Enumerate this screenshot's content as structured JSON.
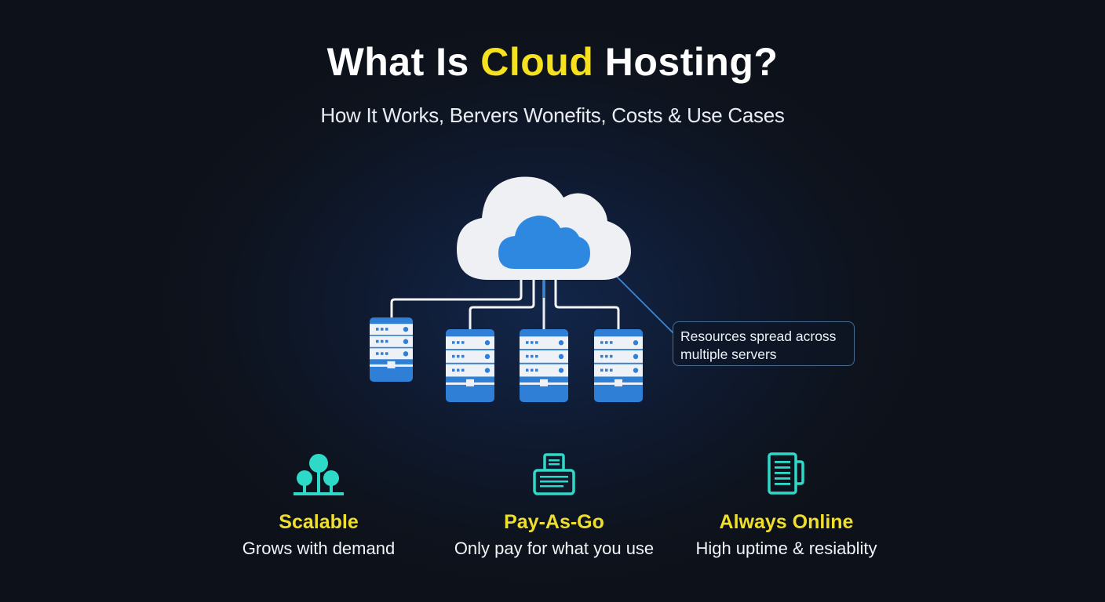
{
  "header": {
    "title_prefix": "What Is ",
    "title_accent": "Cloud",
    "title_suffix": " Hosting?",
    "subtitle": "How It Works, Bervers Wonefits, Costs & Use Cases"
  },
  "diagram": {
    "cloud_icon": "cloud-icon",
    "server_icon": "server-rack-icon",
    "server_count": 4,
    "callout": "Resources spread across multiple servers"
  },
  "features": [
    {
      "icon": "scale-tree-icon",
      "name": "Scalable",
      "description": "Grows with demand"
    },
    {
      "icon": "receipt-printer-icon",
      "name": "Pay-As-Go",
      "description": "Only pay for what you use"
    },
    {
      "icon": "document-mug-icon",
      "name": "Always Online",
      "description": "High uptime & resiablity"
    }
  ],
  "colors": {
    "accent_yellow": "#f5e11d",
    "icon_teal": "#2fd9c8",
    "server_blue": "#2f7fd6",
    "inner_cloud_blue": "#2f88e0",
    "background": "#0e131d"
  }
}
